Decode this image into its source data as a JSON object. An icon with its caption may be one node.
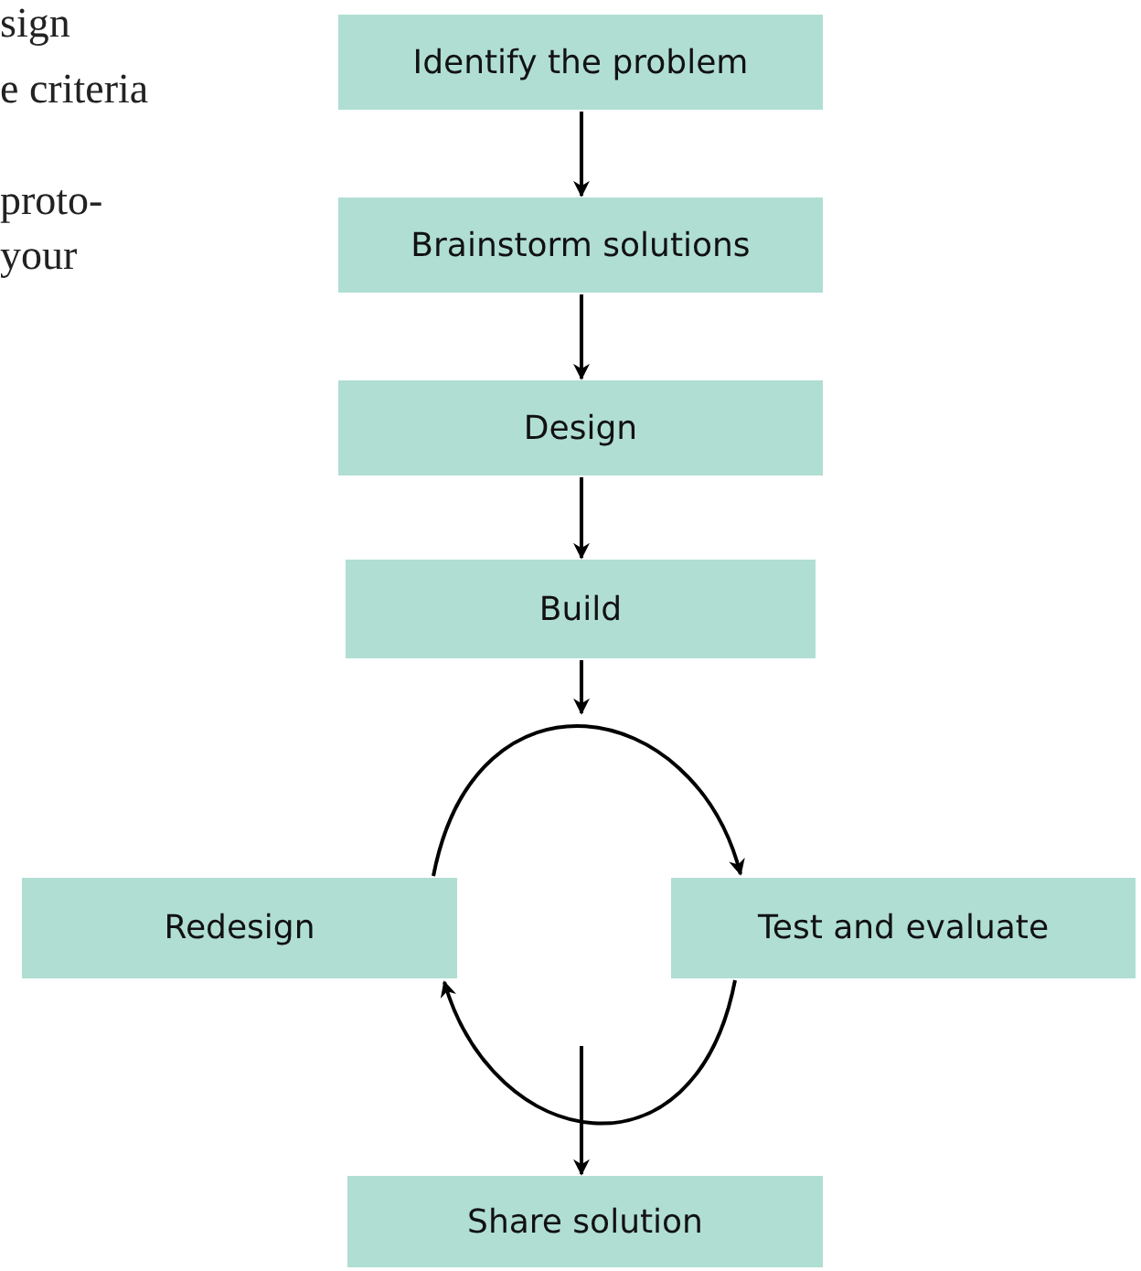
{
  "diagram": {
    "nodes": [
      {
        "text": [
          "Identify the problem"
        ]
      },
      {
        "text": [
          "Brainstorm solutions"
        ]
      },
      {
        "text": [
          "Design"
        ]
      },
      {
        "text": [
          "Build"
        ]
      },
      {
        "text": [
          "Redesign"
        ]
      },
      {
        "text": [
          "Test and evaluate"
        ]
      },
      {
        "text": [
          "Share solution"
        ]
      }
    ],
    "edges": [
      {
        "from": 0,
        "to": 1,
        "arrow": "to"
      },
      {
        "from": 1,
        "to": 2,
        "arrow": "to"
      },
      {
        "from": 2,
        "to": 3,
        "arrow": "to"
      },
      {
        "from": 3,
        "to": null,
        "arrow": "to"
      },
      {
        "from": 4,
        "to": 5,
        "arrow": "to"
      },
      {
        "from": 5,
        "to": 4,
        "arrow": "to"
      },
      {
        "from": null,
        "to": 6,
        "arrow": "to"
      }
    ],
    "labels": [
      "sign",
      "e criteria",
      "proto-",
      "your"
    ]
  }
}
